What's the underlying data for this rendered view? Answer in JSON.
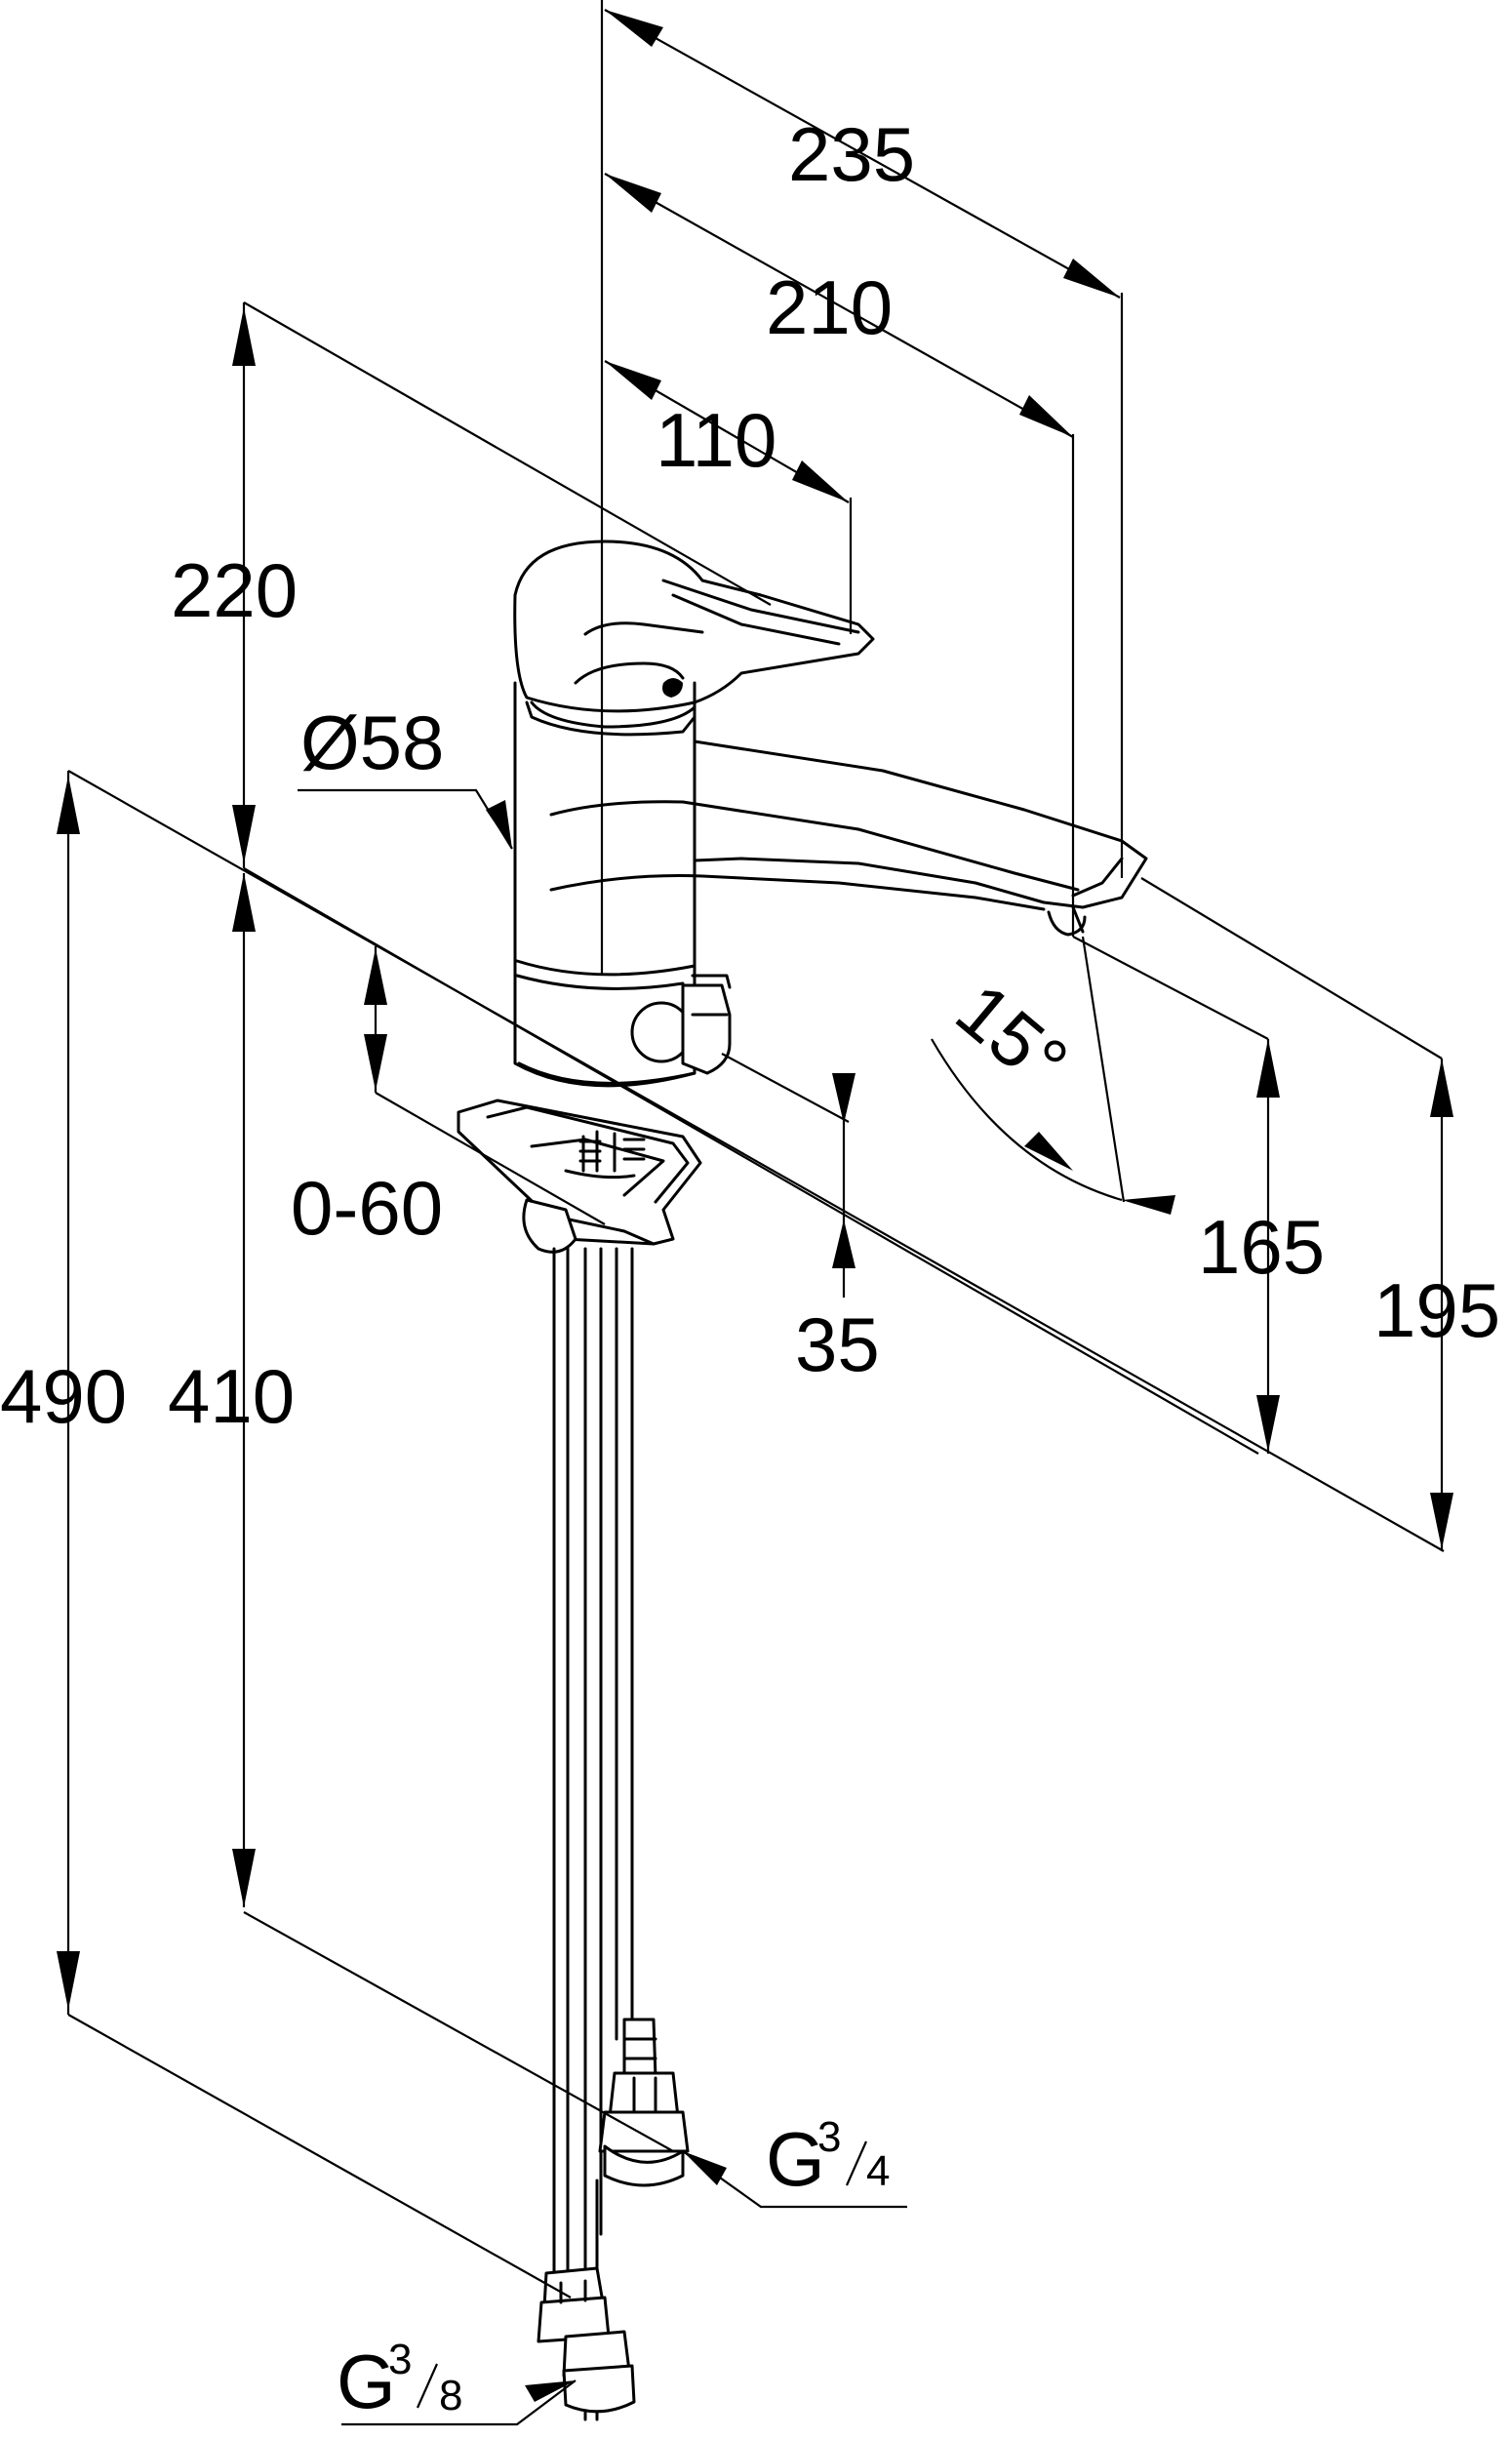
{
  "dimensions": {
    "width_235": "235",
    "width_210": "210",
    "handle_110": "110",
    "height_220": "220",
    "diameter": "Ø58",
    "range_0_60": "0-60",
    "offset_35": "35",
    "spout_height_165": "165",
    "spout_height_195": "195",
    "total_490": "490",
    "total_410": "410",
    "angle": "15°"
  },
  "connections": {
    "thread_large_main": "G",
    "thread_large_num": "3",
    "thread_large_den": "4",
    "thread_small_main": "G",
    "thread_small_num": "3",
    "thread_small_den": "8"
  }
}
